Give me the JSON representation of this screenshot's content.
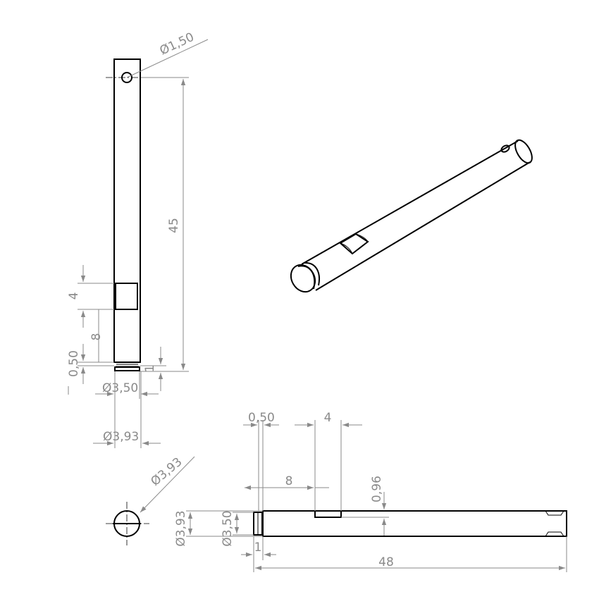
{
  "front_view": {
    "hole_dia": "Ø1,50",
    "hole_to_end": "45",
    "flat_length": "4",
    "flat_offset": "8",
    "groove_width": "0,50",
    "end_length": "1",
    "tip_dia": "Ø3,50",
    "shaft_dia": "Ø3,93"
  },
  "end_view": {
    "dia": "Ø3,93"
  },
  "side_view": {
    "groove_width": "0,50",
    "flat_length": "4",
    "flat_offset": "8",
    "flat_depth": "0,96",
    "shaft_dia": "Ø3,93",
    "tip_dia": "Ø3,50",
    "end_length": "1",
    "total_length": "48"
  }
}
